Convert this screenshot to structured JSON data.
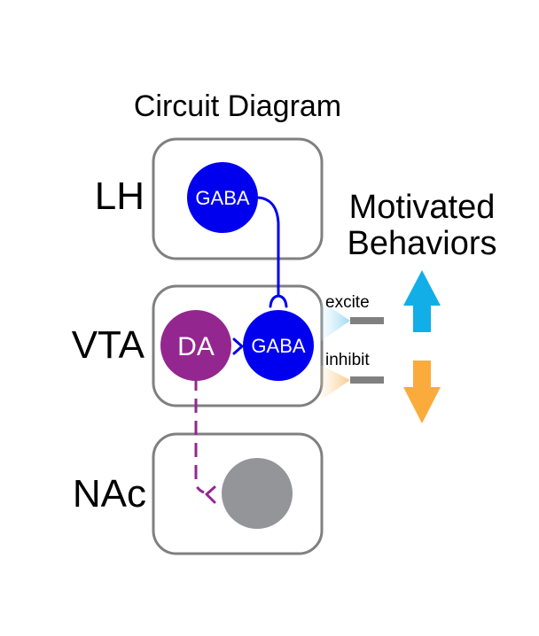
{
  "title": "Circuit Diagram",
  "regions": {
    "lh": "LH",
    "vta": "VTA",
    "nac": "NAc"
  },
  "neurons": {
    "lh_gaba": "GABA",
    "vta_da": "DA",
    "vta_gaba": "GABA"
  },
  "behaviors": {
    "title_line1": "Motivated",
    "title_line2": "Behaviors",
    "excite_label": "excite",
    "inhibit_label": "inhibit"
  },
  "colors": {
    "gaba": "#0000ee",
    "da": "#93278f",
    "nac_cell": "#939598",
    "box_stroke": "#808080",
    "excite_arrow": "#12aee8",
    "inhibit_arrow": "#fbab3b",
    "excite_light": "#b7e3f6",
    "inhibit_light": "#fcd5a3",
    "electrode": "#808080"
  }
}
